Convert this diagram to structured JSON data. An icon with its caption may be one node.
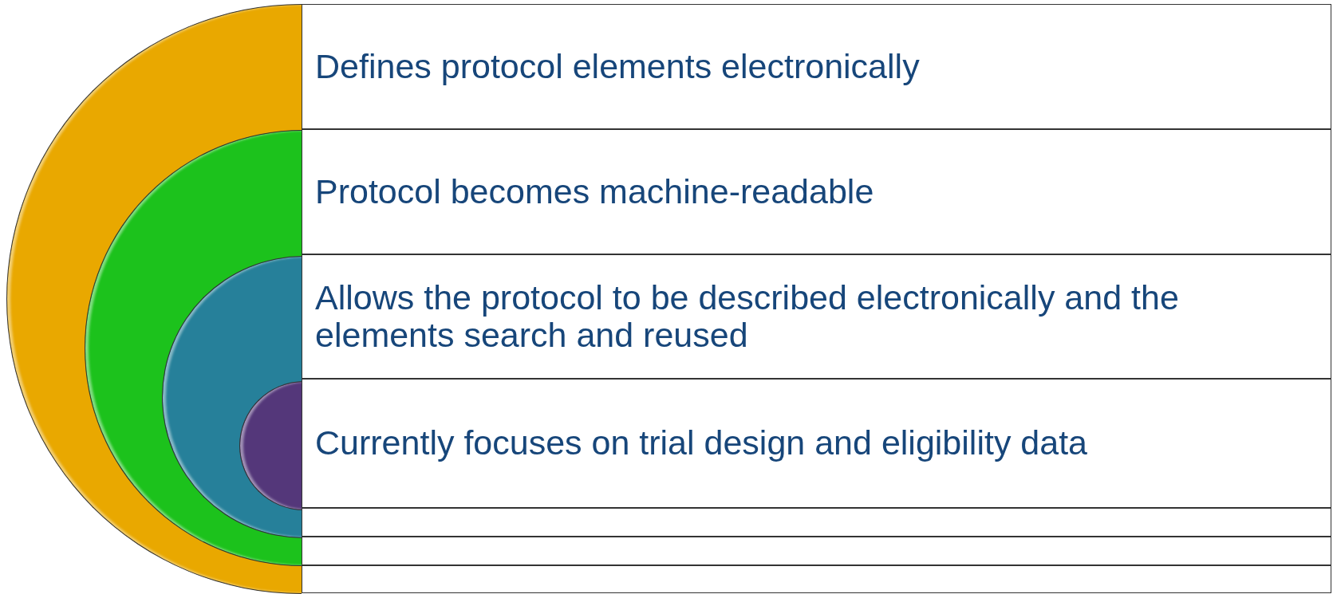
{
  "diagram": {
    "nodes": [
      {
        "text": [],
        "shape": "semicircle"
      },
      {
        "text": [],
        "shape": "semicircle",
        "in": 0
      },
      {
        "text": [],
        "shape": "semicircle",
        "in": 1
      },
      {
        "text": [],
        "shape": "semicircle",
        "in": 2
      },
      {
        "text": [
          "Defines protocol elements electronically"
        ]
      },
      {
        "text": [
          "Protocol becomes machine-readable"
        ]
      },
      {
        "text": [
          "Allows the protocol to be described electronically and the elements search and reused"
        ]
      },
      {
        "text": [
          "Currently focuses on trial design and eligibility data"
        ]
      },
      {
        "text": [],
        "shape": "box"
      },
      {
        "text": [],
        "shape": "box"
      },
      {
        "text": [],
        "shape": "box"
      }
    ]
  }
}
